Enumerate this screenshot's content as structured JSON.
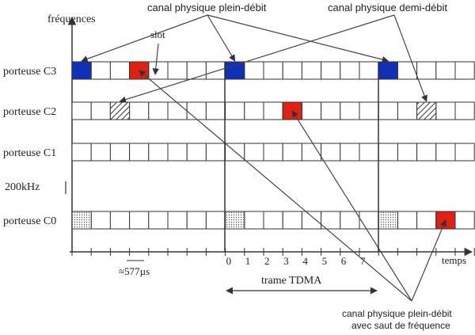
{
  "labels": {
    "y_axis": "fréquences",
    "x_axis": "temps",
    "slot": "slot",
    "bandwidth": "200kHz",
    "slot_duration": "≈577µs",
    "frame": "trame TDMA",
    "full_rate": "canal physique plein-débit",
    "half_rate": "canal physique demi-débit",
    "hopping_line1": "canal physique plein-débit",
    "hopping_line2": "avec saut de fréquence"
  },
  "carriers": [
    {
      "name": "porteuse C3"
    },
    {
      "name": "porteuse C2"
    },
    {
      "name": "porteuse C1"
    },
    {
      "name": "porteuse C0"
    }
  ],
  "tick_labels": [
    "0",
    "1",
    "2",
    "3",
    "4",
    "5",
    "6",
    "7"
  ],
  "slots_per_row": 21,
  "colors": {
    "full_rate": "#1030b8",
    "hopping": "#e02010",
    "grid": "#333333"
  },
  "highlights": [
    {
      "carrier": 0,
      "slot": 0,
      "kind": "full"
    },
    {
      "carrier": 0,
      "slot": 8,
      "kind": "full"
    },
    {
      "carrier": 0,
      "slot": 16,
      "kind": "full"
    },
    {
      "carrier": 0,
      "slot": 3,
      "kind": "hop"
    },
    {
      "carrier": 1,
      "slot": 2,
      "kind": "hatch"
    },
    {
      "carrier": 1,
      "slot": 18,
      "kind": "hatch"
    },
    {
      "carrier": 1,
      "slot": 11,
      "kind": "hop"
    },
    {
      "carrier": 3,
      "slot": 0,
      "kind": "dots"
    },
    {
      "carrier": 3,
      "slot": 8,
      "kind": "dots"
    },
    {
      "carrier": 3,
      "slot": 16,
      "kind": "dots"
    },
    {
      "carrier": 3,
      "slot": 19,
      "kind": "hop"
    }
  ]
}
